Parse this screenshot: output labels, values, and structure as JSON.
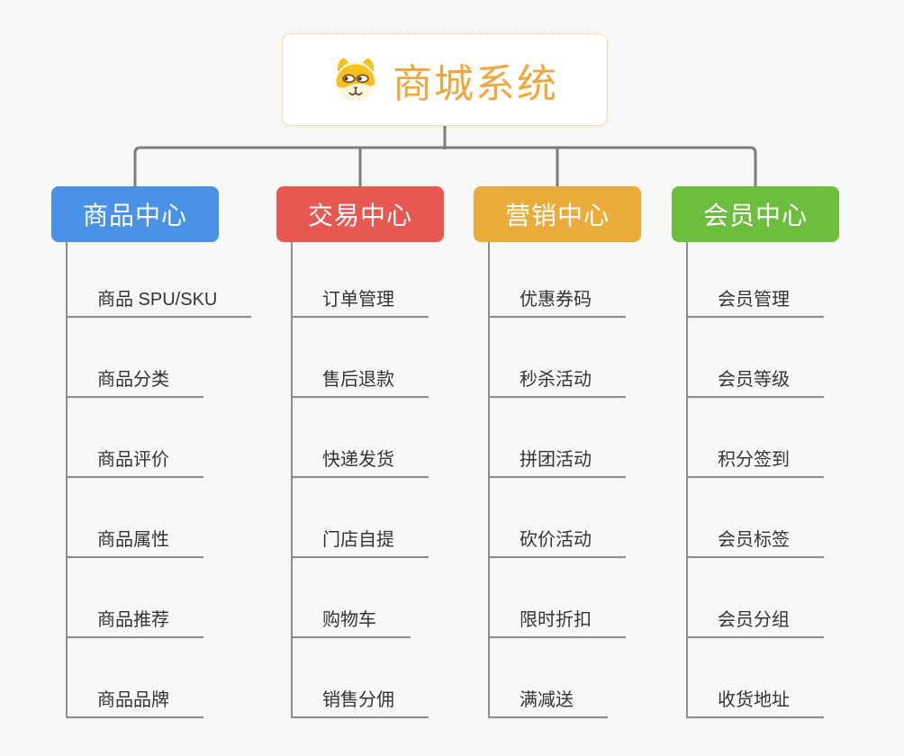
{
  "app": {
    "background": "#F8F8F8",
    "connector_color": "#7C7C7C",
    "underline_color": "#8E8E8E",
    "leaf_text_color": "#333333"
  },
  "root": {
    "title": "商城系统",
    "title_color": "#F0A73E",
    "border_color": "#EFB65C",
    "icon": "dog-face-icon"
  },
  "branches": [
    {
      "label": "商品中心",
      "color": "#4A91E8",
      "items": [
        "商品 SPU/SKU",
        "商品分类",
        "商品评价",
        "商品属性",
        "商品推荐",
        "商品品牌"
      ]
    },
    {
      "label": "交易中心",
      "color": "#E65851",
      "items": [
        "订单管理",
        "售后退款",
        "快递发货",
        "门店自提",
        "购物车",
        "销售分佣"
      ]
    },
    {
      "label": "营销中心",
      "color": "#EBAC3C",
      "items": [
        "优惠券码",
        "秒杀活动",
        "拼团活动",
        "砍价活动",
        "限时折扣",
        "满减送"
      ]
    },
    {
      "label": "会员中心",
      "color": "#6DBD3F",
      "items": [
        "会员管理",
        "会员等级",
        "积分签到",
        "会员标签",
        "会员分组",
        "收货地址"
      ]
    }
  ]
}
